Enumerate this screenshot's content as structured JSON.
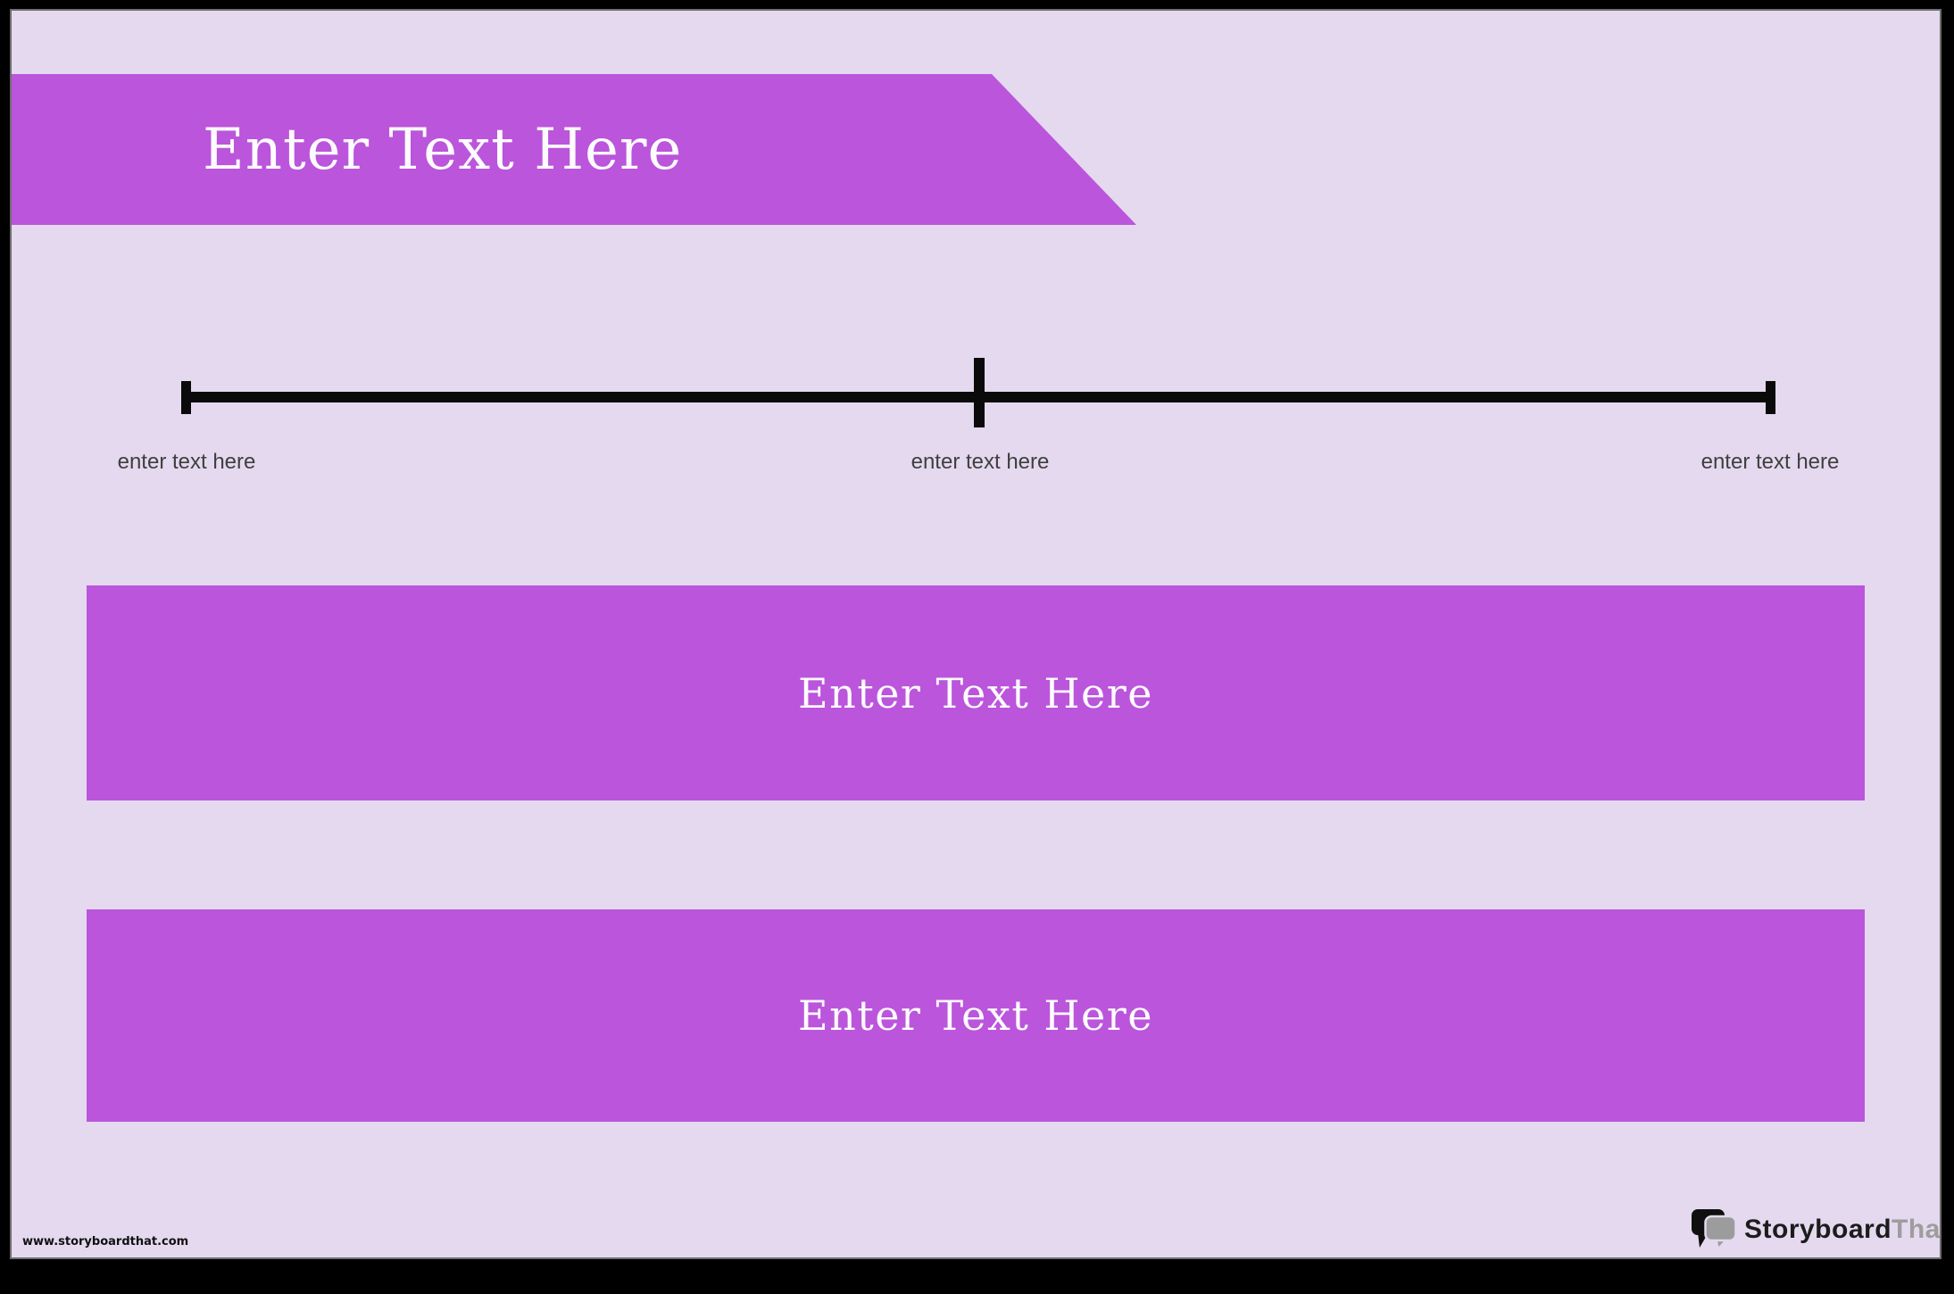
{
  "colors": {
    "accent_purple": "#BB55DC",
    "background_lavender": "#E4D9EE",
    "frame_black": "#000000",
    "frame_inner_gray": "#6E6E6E",
    "timeline_black": "#0A0A0A",
    "tick_label_gray": "#3F3F3F",
    "placeholder_text_white": "#FCFBFD",
    "logo_black": "#1C1C1C",
    "logo_gray": "#9D9D9D"
  },
  "banner": {
    "title": "Enter Text Here"
  },
  "timeline": {
    "labels": [
      {
        "position": "start",
        "text": "enter text here"
      },
      {
        "position": "middle",
        "text": "enter text here"
      },
      {
        "position": "end",
        "text": "enter text here"
      }
    ]
  },
  "sections": [
    {
      "label": "Enter Text Here"
    },
    {
      "label": "Enter Text Here"
    }
  ],
  "footer": {
    "url": "www.storyboardthat.com",
    "logo_primary": "Storyboard",
    "logo_secondary": "That"
  }
}
